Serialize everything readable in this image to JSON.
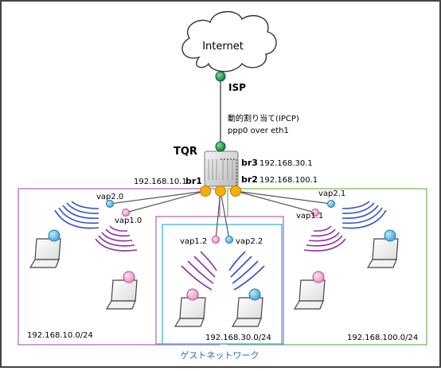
{
  "internet": {
    "label": "Internet"
  },
  "isp": {
    "label": "ISP"
  },
  "wan": {
    "line1": "動的割り当て(IPCP)",
    "line2": "ppp0 over eth1"
  },
  "router": {
    "label": "TQR"
  },
  "bridges": [
    {
      "name": "br1",
      "ip": "192.168.10.1"
    },
    {
      "name": "br2",
      "ip": "192.168.100.1"
    },
    {
      "name": "br3",
      "ip": "192.168.30.1"
    }
  ],
  "vaps": [
    {
      "name": "vap2.0",
      "color": "#58b8e0"
    },
    {
      "name": "vap1.0",
      "color": "#f0a0c8"
    },
    {
      "name": "vap1.2",
      "color": "#f0a0c8"
    },
    {
      "name": "vap2.2",
      "color": "#58b8e0"
    },
    {
      "name": "vap2.1",
      "color": "#58b8e0"
    },
    {
      "name": "vap1.1",
      "color": "#f0a0c8"
    }
  ],
  "networks": [
    {
      "subnet": "192.168.10.0/24",
      "color": "#b070b8"
    },
    {
      "subnet": "192.168.30.0/24",
      "color": "#40b0e0"
    },
    {
      "subnet": "192.168.100.0/24",
      "color": "#80b860"
    }
  ],
  "guest_label": "ゲストネットワーク",
  "colors": {
    "blue_wave": "#3050d0",
    "pink_wave": "#9030a0",
    "port": "#f5b010",
    "isp_dot": "#1a8a40"
  }
}
